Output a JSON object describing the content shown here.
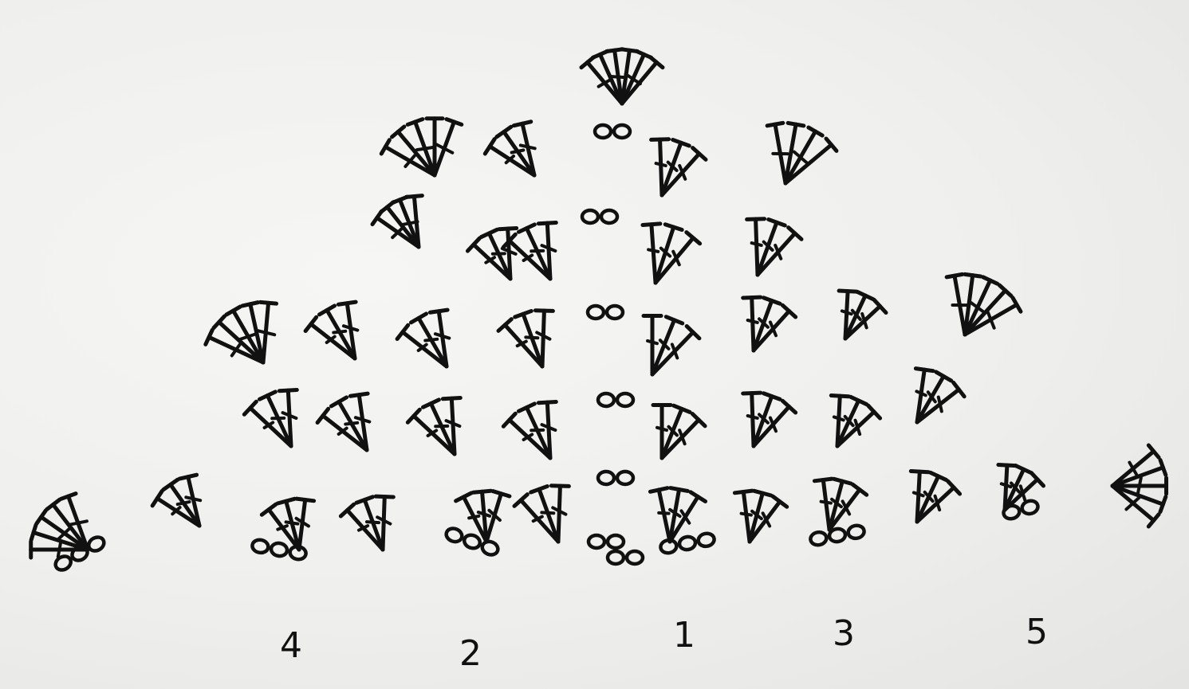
{
  "diagram": {
    "row_labels": [
      "4",
      "2",
      "1",
      "3",
      "5"
    ],
    "ink_color": "#111111",
    "paper_color": "#efefed",
    "symbols": {
      "chain": "chain-stitch-icon",
      "cluster": "cluster-stitch-icon"
    }
  }
}
